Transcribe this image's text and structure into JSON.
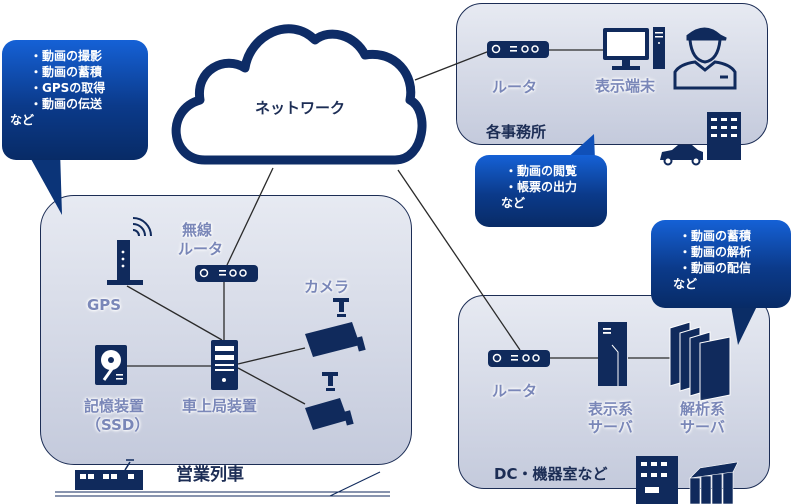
{
  "colors": {
    "navy": "#102a5c",
    "zone_border": "#1c2d55",
    "label": "#7a87b8",
    "bubble_top": "#1561d6",
    "bubble_bottom": "#082b66"
  },
  "network": {
    "label": "ネットワーク",
    "icon": "cloud-icon"
  },
  "train_zone": {
    "title": "営業列車",
    "nodes": {
      "gps": "GPS",
      "wireless_router_line1": "無線",
      "wireless_router_line2": "ルータ",
      "camera": "カメラ",
      "storage_line1": "記憶装置",
      "storage_line2": "（SSD）",
      "onboard": "車上局装置"
    },
    "bubble": {
      "items": [
        "・動画の撮影",
        "・動画の蓄積",
        "・GPSの取得",
        "・動画の伝送"
      ],
      "suffix": "など"
    }
  },
  "office_zone": {
    "title": "各事務所",
    "nodes": {
      "router": "ルータ",
      "terminal": "表示端末"
    },
    "bubble": {
      "items": [
        "・動画の閲覧",
        "・帳票の出力"
      ],
      "suffix": "など"
    }
  },
  "dc_zone": {
    "title": "DC・機器室など",
    "nodes": {
      "router": "ルータ",
      "display_server_line1": "表示系",
      "display_server_line2": "サーバ",
      "analysis_server_line1": "解析系",
      "analysis_server_line2": "サーバ"
    },
    "bubble": {
      "items": [
        "・動画の蓄積",
        "・動画の解析",
        "・動画の配信"
      ],
      "suffix": "など"
    }
  }
}
